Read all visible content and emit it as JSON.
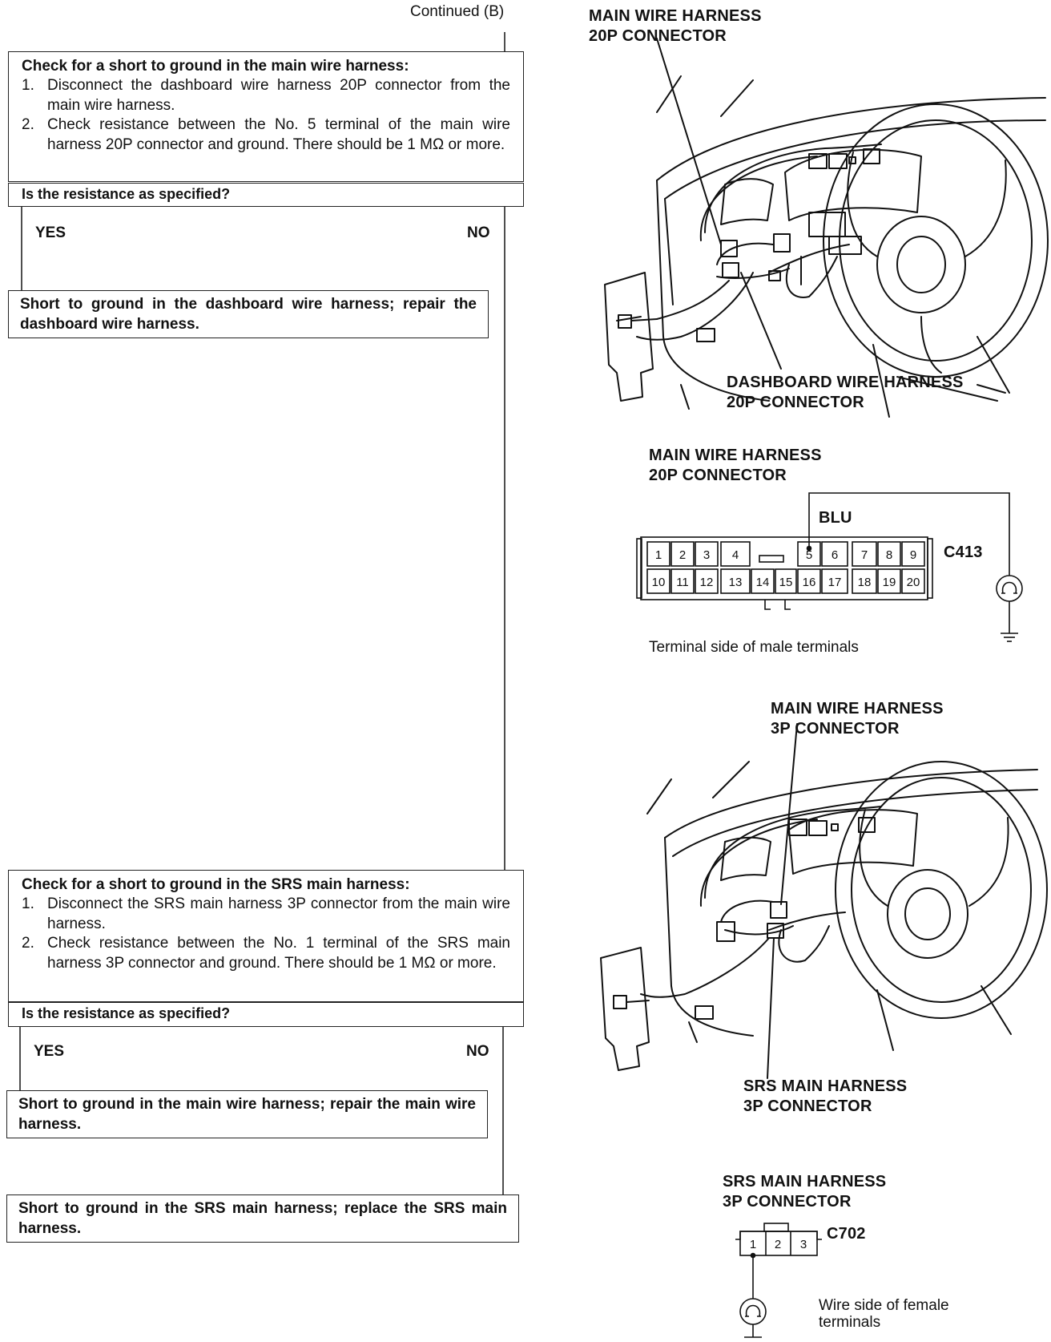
{
  "header": {
    "continued": "Continued (B)"
  },
  "step1": {
    "title": "Check for a short to ground in the main wire harness:",
    "items": [
      {
        "num": "1.",
        "text": "Disconnect the dashboard wire harness 20P connector from the main wire harness."
      },
      {
        "num": "2.",
        "text": "Check resistance between the No. 5 terminal of the main wire harness 20P connector and ground. There should be 1 MΩ or more."
      }
    ],
    "question": "Is the resistance as specified?",
    "yes": "YES",
    "no": "NO",
    "yes_result": "Short to ground in the dashboard wire harness; repair the dashboard wire harness."
  },
  "step2": {
    "title": "Check for a short to ground in the SRS main harness:",
    "items": [
      {
        "num": "1.",
        "text": "Disconnect the SRS main harness 3P connector from the main wire harness."
      },
      {
        "num": "2.",
        "text": "Check resistance between the No. 1 terminal of the SRS main harness 3P connector and ground. There should be 1 MΩ or more."
      }
    ],
    "question": "Is the resistance as specified?",
    "yes": "YES",
    "no": "NO",
    "yes_result": "Short to ground in the main wire harness; repair the main wire harness.",
    "no_result": "Short to ground in the SRS main harness; replace the SRS main harness."
  },
  "figure1": {
    "label_top": [
      "MAIN WIRE HARNESS",
      "20P CONNECTOR"
    ],
    "label_bottom": [
      "DASHBOARD WIRE HARNESS",
      "20P CONNECTOR"
    ]
  },
  "connector20p": {
    "label": [
      "MAIN WIRE HARNESS",
      "20P CONNECTOR"
    ],
    "wire_color": "BLU",
    "id": "C413",
    "row1": [
      "1",
      "2",
      "3",
      "4",
      "5",
      "6",
      "7",
      "8",
      "9"
    ],
    "row2": [
      "10",
      "11",
      "12",
      "13",
      "14",
      "15",
      "16",
      "17",
      "18",
      "19",
      "20"
    ],
    "caption": "Terminal side of male terminals"
  },
  "figure2": {
    "label_top": [
      "MAIN WIRE HARNESS",
      "3P CONNECTOR"
    ],
    "label_bottom": [
      "SRS MAIN HARNESS",
      "3P CONNECTOR"
    ]
  },
  "connector3p": {
    "label": [
      "SRS MAIN HARNESS",
      "3P CONNECTOR"
    ],
    "id": "C702",
    "terminals": [
      "1",
      "2",
      "3"
    ],
    "caption": [
      "Wire side of female",
      "terminals"
    ]
  },
  "icons": [
    "ohmmeter-icon",
    "ground-symbol-icon"
  ]
}
